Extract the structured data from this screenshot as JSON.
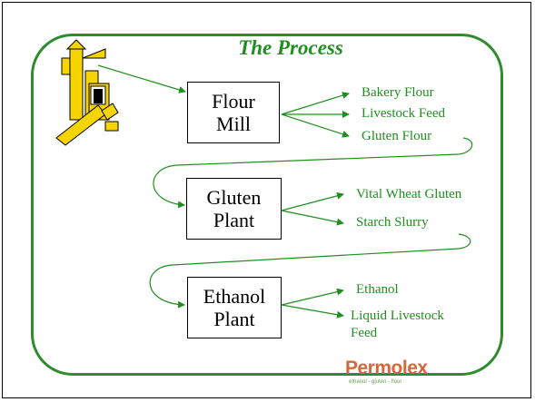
{
  "title": "The Process",
  "stages": [
    {
      "name": "Flour\nMill",
      "outputs": [
        "Bakery Flour",
        "Livestock Feed",
        "Gluten Flour"
      ]
    },
    {
      "name": "Gluten\nPlant",
      "outputs": [
        "Vital Wheat Gluten",
        "Starch Slurry"
      ]
    },
    {
      "name": "Ethanol\nPlant",
      "outputs": [
        "Ethanol",
        "Liquid Livestock\nFeed"
      ]
    }
  ],
  "logo": {
    "text": "Permolex",
    "tagline": "ethanol - gluten - flour"
  },
  "colors": {
    "accent": "#1f8f1f",
    "border": "#2e8b2e",
    "logo": "#d4683a",
    "mill_fill": "#f5d400"
  },
  "icons": [
    "grain-elevator-icon"
  ]
}
